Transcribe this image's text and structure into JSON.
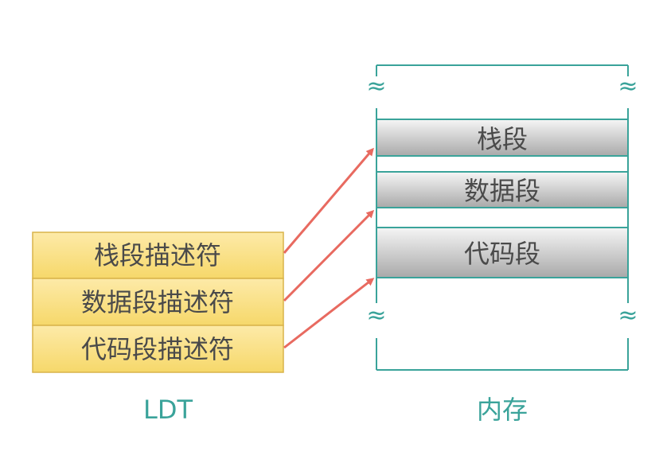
{
  "ldt": {
    "caption": "LDT",
    "descriptors": [
      "栈段描述符",
      "数据段描述符",
      "代码段描述符"
    ]
  },
  "memory": {
    "caption": "内存",
    "segments": [
      "栈段",
      "数据段",
      "代码段"
    ],
    "break_mark": "≈"
  },
  "colors": {
    "descriptor_fill_top": "#fdeaa8",
    "descriptor_fill_bottom": "#f6d86a",
    "descriptor_border": "#d9b44a",
    "segment_fill_top": "#f4f4f4",
    "segment_fill_bottom": "#a9a9a9",
    "memory_outline": "#3aa39a",
    "arrow": "#e86a60",
    "caption": "#3aa39a",
    "label_text": "#4a4a4a"
  }
}
